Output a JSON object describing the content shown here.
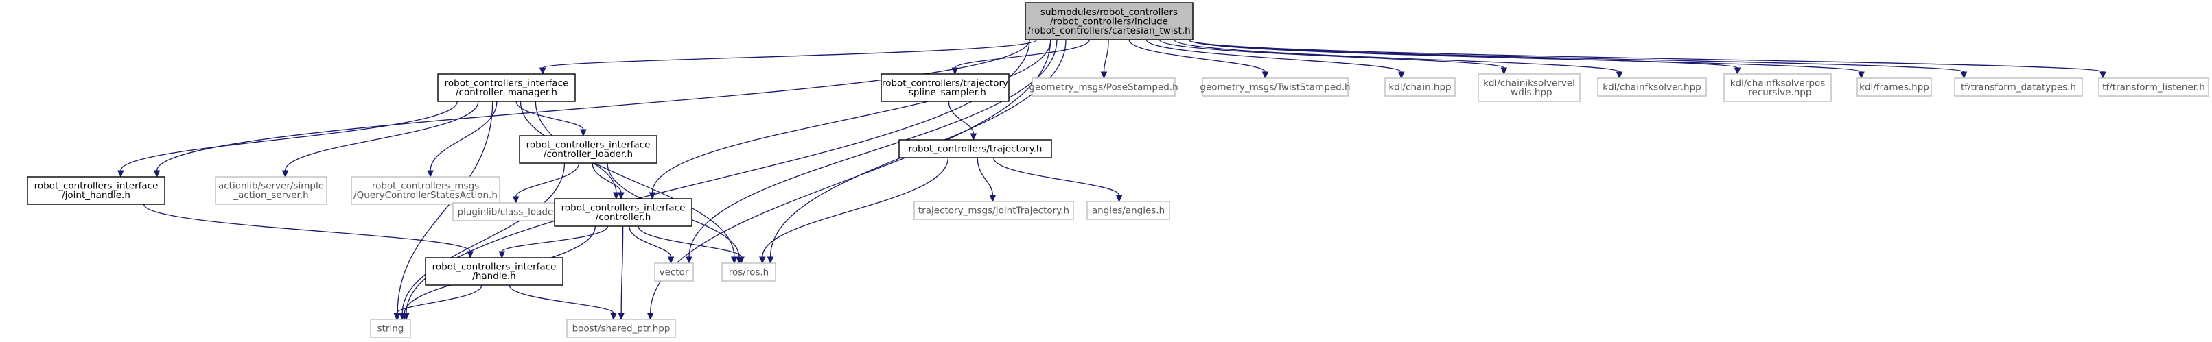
{
  "graph": {
    "nodes": [
      {
        "id": "root",
        "lines": [
          "submodules/robot_controllers",
          "/robot_controllers/include",
          "/robot_controllers/cartesian_twist.h"
        ],
        "kind": "root"
      },
      {
        "id": "cm",
        "lines": [
          "robot_controllers_interface",
          "/controller_manager.h"
        ],
        "kind": "local"
      },
      {
        "id": "jh",
        "lines": [
          "robot_controllers_interface",
          "/joint_handle.h"
        ],
        "kind": "local"
      },
      {
        "id": "as",
        "lines": [
          "actionlib/server/simple",
          "_action_server.h"
        ],
        "kind": "external"
      },
      {
        "id": "qcs",
        "lines": [
          "robot_controllers_msgs",
          "/QueryControllerStatesAction.h"
        ],
        "kind": "external"
      },
      {
        "id": "cl",
        "lines": [
          "robot_controllers_interface",
          "/controller_loader.h"
        ],
        "kind": "local"
      },
      {
        "id": "plc",
        "lines": [
          "pluginlib/class_loader.h"
        ],
        "kind": "external"
      },
      {
        "id": "ctrl",
        "lines": [
          "robot_controllers_interface",
          "/controller.h"
        ],
        "kind": "local"
      },
      {
        "id": "handle",
        "lines": [
          "robot_controllers_interface",
          "/handle.h"
        ],
        "kind": "local"
      },
      {
        "id": "string",
        "lines": [
          "string"
        ],
        "kind": "external"
      },
      {
        "id": "bsp",
        "lines": [
          "boost/shared_ptr.hpp"
        ],
        "kind": "external"
      },
      {
        "id": "vector",
        "lines": [
          "vector"
        ],
        "kind": "external"
      },
      {
        "id": "ros",
        "lines": [
          "ros/ros.h"
        ],
        "kind": "external"
      },
      {
        "id": "tss",
        "lines": [
          "robot_controllers/trajectory",
          "_spline_sampler.h"
        ],
        "kind": "local"
      },
      {
        "id": "traj",
        "lines": [
          "robot_controllers/trajectory.h"
        ],
        "kind": "local"
      },
      {
        "id": "jt",
        "lines": [
          "trajectory_msgs/JointTrajectory.h"
        ],
        "kind": "external"
      },
      {
        "id": "ang",
        "lines": [
          "angles/angles.h"
        ],
        "kind": "external"
      },
      {
        "id": "pose",
        "lines": [
          "geometry_msgs/PoseStamped.h"
        ],
        "kind": "external"
      },
      {
        "id": "twist",
        "lines": [
          "geometry_msgs/TwistStamped.h"
        ],
        "kind": "external"
      },
      {
        "id": "chain",
        "lines": [
          "kdl/chain.hpp"
        ],
        "kind": "external"
      },
      {
        "id": "cikvel",
        "lines": [
          "kdl/chainiksolvervel",
          "_wdls.hpp"
        ],
        "kind": "external"
      },
      {
        "id": "cfk",
        "lines": [
          "kdl/chainfksolver.hpp"
        ],
        "kind": "external"
      },
      {
        "id": "cfkpos",
        "lines": [
          "kdl/chainfksolverpos",
          "_recursive.hpp"
        ],
        "kind": "external"
      },
      {
        "id": "frames",
        "lines": [
          "kdl/frames.hpp"
        ],
        "kind": "external"
      },
      {
        "id": "tfdt",
        "lines": [
          "tf/transform_datatypes.h"
        ],
        "kind": "external"
      },
      {
        "id": "tfl",
        "lines": [
          "tf/transform_listener.h"
        ],
        "kind": "external"
      }
    ],
    "edges": [
      [
        "root",
        "string"
      ],
      [
        "root",
        "cm"
      ],
      [
        "root",
        "jh"
      ],
      [
        "root",
        "ctrl"
      ],
      [
        "root",
        "vector"
      ],
      [
        "root",
        "ros"
      ],
      [
        "root",
        "bsp"
      ],
      [
        "root",
        "tss"
      ],
      [
        "root",
        "pose"
      ],
      [
        "root",
        "twist"
      ],
      [
        "root",
        "chain"
      ],
      [
        "root",
        "cikvel"
      ],
      [
        "root",
        "cfk"
      ],
      [
        "root",
        "cfkpos"
      ],
      [
        "root",
        "frames"
      ],
      [
        "root",
        "tfdt"
      ],
      [
        "root",
        "tfl"
      ],
      [
        "cm",
        "jh"
      ],
      [
        "cm",
        "as"
      ],
      [
        "cm",
        "qcs"
      ],
      [
        "cm",
        "cl"
      ],
      [
        "cm",
        "ctrl"
      ],
      [
        "cm",
        "ros"
      ],
      [
        "cm",
        "string"
      ],
      [
        "jh",
        "handle"
      ],
      [
        "cl",
        "plc"
      ],
      [
        "cl",
        "ctrl"
      ],
      [
        "cl",
        "ros"
      ],
      [
        "cl",
        "string"
      ],
      [
        "ctrl",
        "handle"
      ],
      [
        "ctrl",
        "string"
      ],
      [
        "ctrl",
        "bsp"
      ],
      [
        "ctrl",
        "vector"
      ],
      [
        "ctrl",
        "ros"
      ],
      [
        "handle",
        "string"
      ],
      [
        "handle",
        "bsp"
      ],
      [
        "tss",
        "traj"
      ],
      [
        "traj",
        "ros"
      ],
      [
        "traj",
        "jt"
      ],
      [
        "traj",
        "ang"
      ]
    ]
  }
}
